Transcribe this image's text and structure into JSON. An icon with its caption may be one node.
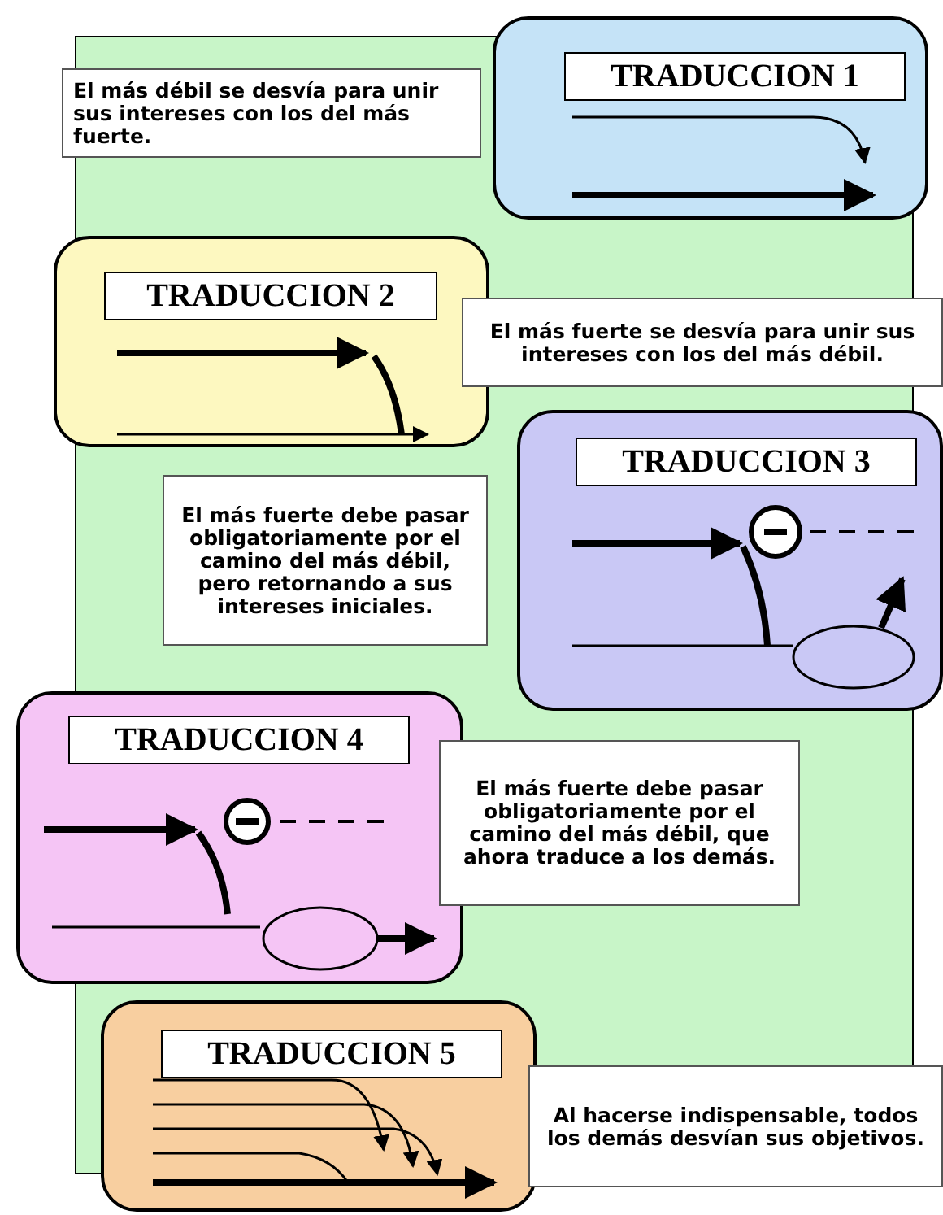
{
  "diagram": {
    "nodes": [
      {
        "text": [
          "TRADUCCION 1"
        ]
      },
      {
        "text": [
          "El más débil se desvía para unir sus intereses con los del más fuerte."
        ]
      },
      {
        "text": [
          "TRADUCCION 2"
        ]
      },
      {
        "text": [
          "El más fuerte se desvía para unir sus intereses con los del más débil."
        ]
      },
      {
        "text": [
          "TRADUCCION 3"
        ]
      },
      {
        "text": [
          "El más fuerte debe pasar obligatoriamente por el camino del más débil, pero retornando a sus intereses iniciales."
        ]
      },
      {
        "text": [
          "TRADUCCION 4"
        ]
      },
      {
        "text": [
          "El más fuerte debe pasar obligatoriamente por el camino del más débil, que ahora traduce a los demás."
        ]
      },
      {
        "text": [
          "TRADUCCION 5"
        ]
      },
      {
        "text": [
          "Al hacerse indispensable, todos los demás desvían sus objetivos."
        ]
      }
    ]
  }
}
